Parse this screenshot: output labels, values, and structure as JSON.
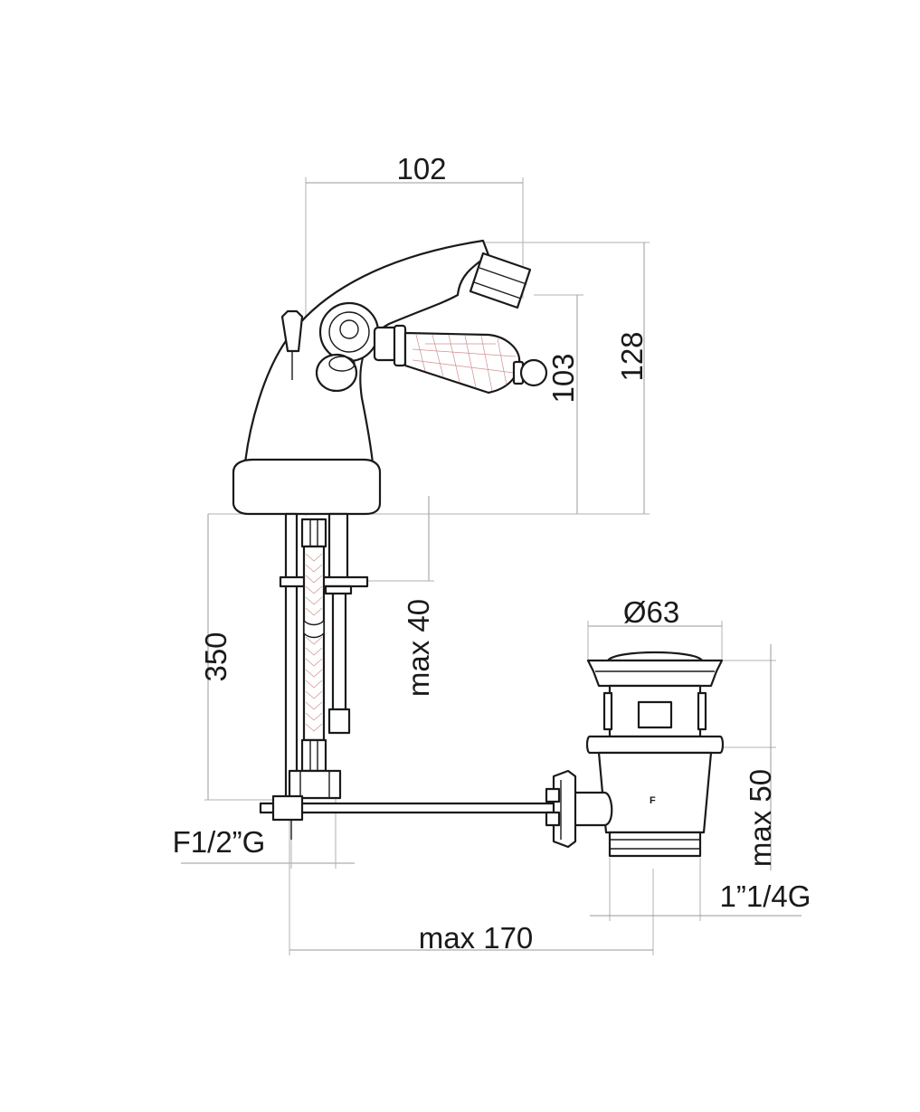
{
  "dimensions": {
    "overall_width": "102",
    "spout_height": "103",
    "total_height": "128",
    "hose_length": "350",
    "max_deck": "max 40",
    "waste_diameter": "Ø63",
    "max_waste": "max 50",
    "waste_thread": "1”1/4G",
    "supply_thread": "F1/2”G",
    "max_pop_up": "max 170"
  },
  "waste_marking": "F"
}
